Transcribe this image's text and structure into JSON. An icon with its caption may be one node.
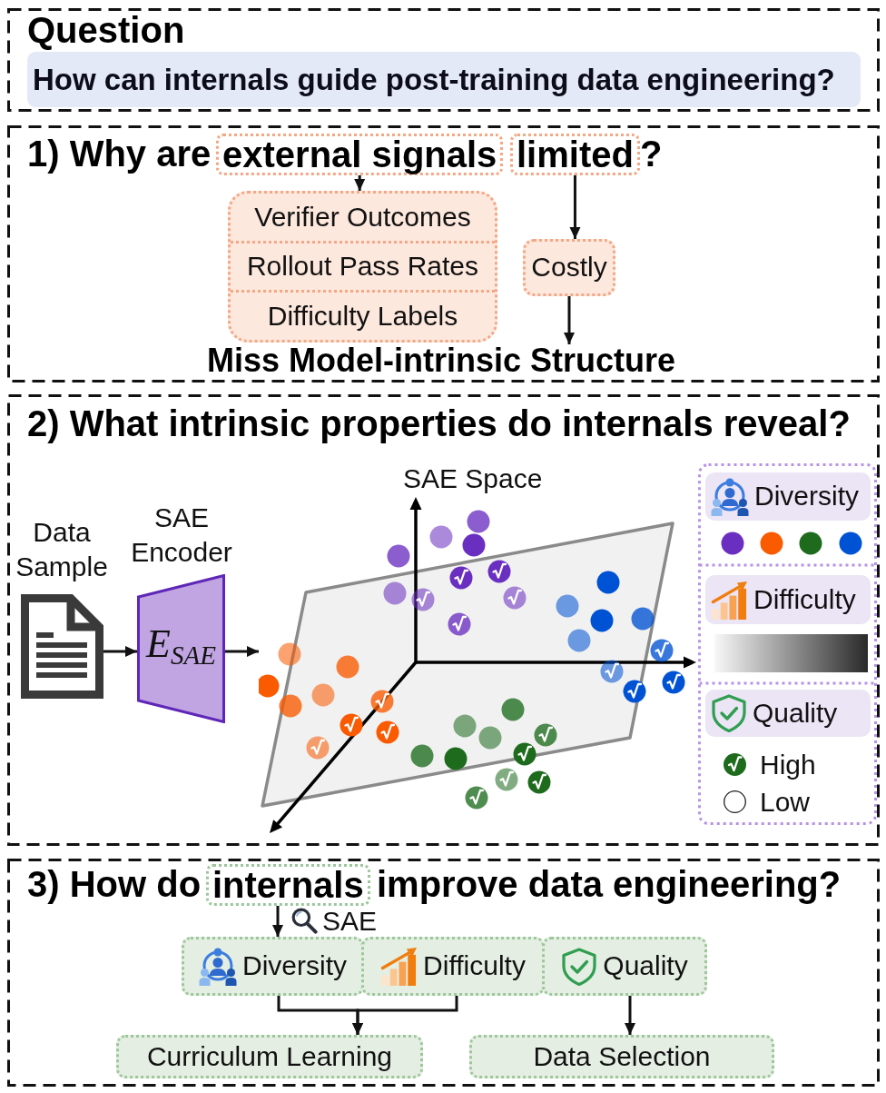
{
  "diagram": {
    "nodes": [
      {
        "text": [
          "Question"
        ]
      },
      {
        "text": [
          "How can internals guide post-training data engineering?"
        ],
        "in": 0
      },
      {
        "text": [
          "1) Why are",
          "?"
        ]
      },
      {
        "text": [
          "external signals"
        ],
        "in": 2
      },
      {
        "text": [
          "limited"
        ],
        "in": 2
      },
      {
        "text": [
          "Verifier Outcomes",
          "Rollout Pass Rates",
          "Difficulty Labels"
        ],
        "in": 2
      },
      {
        "text": [
          "Costly"
        ],
        "in": 2
      },
      {
        "text": [
          "Miss Model-intrinsic Structure"
        ],
        "in": 2
      },
      {
        "text": [
          "2) What intrinsic properties do internals reveal?"
        ]
      },
      {
        "text": [],
        "shape": "picture",
        "beside": [
          "Data Sample"
        ],
        "in": 8
      },
      {
        "text": [
          "E$_{SAE}$"
        ],
        "beside": [
          "SAE Encoder"
        ],
        "in": 8
      },
      {
        "text": [],
        "shape": "picture",
        "beside": [
          "SAE Space"
        ],
        "in": 8
      },
      {
        "text": [],
        "shape": "box",
        "in": 8
      },
      {
        "text": [
          "Diversity"
        ],
        "in": 12
      },
      {
        "text": [
          "Difficulty"
        ],
        "in": 12
      },
      {
        "text": [],
        "shape": "bar",
        "in": 12
      },
      {
        "text": [
          "Quality"
        ],
        "in": 12
      },
      {
        "text": [
          "3) How do",
          "improve data engineering?"
        ]
      },
      {
        "text": [
          "internals"
        ],
        "in": 17
      },
      {
        "text": [
          "Diversity"
        ],
        "in": 17
      },
      {
        "text": [
          "Difficulty"
        ],
        "in": 17
      },
      {
        "text": [
          "Quality"
        ],
        "in": 17
      },
      {
        "text": [
          "Curriculum Learning"
        ],
        "in": 17
      },
      {
        "text": [
          "Data Selection"
        ],
        "in": 17
      }
    ],
    "edges": [
      {
        "from": 3,
        "to": 5,
        "arrow": "to"
      },
      {
        "from": 4,
        "to": 6,
        "arrow": "to"
      },
      {
        "from": 6,
        "to": 7,
        "arrow": "to"
      },
      {
        "from": 9,
        "to": 10,
        "arrow": "to"
      },
      {
        "from": 10,
        "to": 11,
        "arrow": "to"
      },
      {
        "from": 18,
        "to": 19,
        "arrow": "to",
        "label": "SAE"
      },
      {
        "from": 19,
        "to": 22,
        "arrow": "to"
      },
      {
        "from": 20,
        "to": 22,
        "arrow": "to"
      },
      {
        "from": 21,
        "to": 23,
        "arrow": "to"
      }
    ],
    "legend": [
      {
        "text": "High"
      },
      {
        "text": "Low"
      }
    ]
  }
}
